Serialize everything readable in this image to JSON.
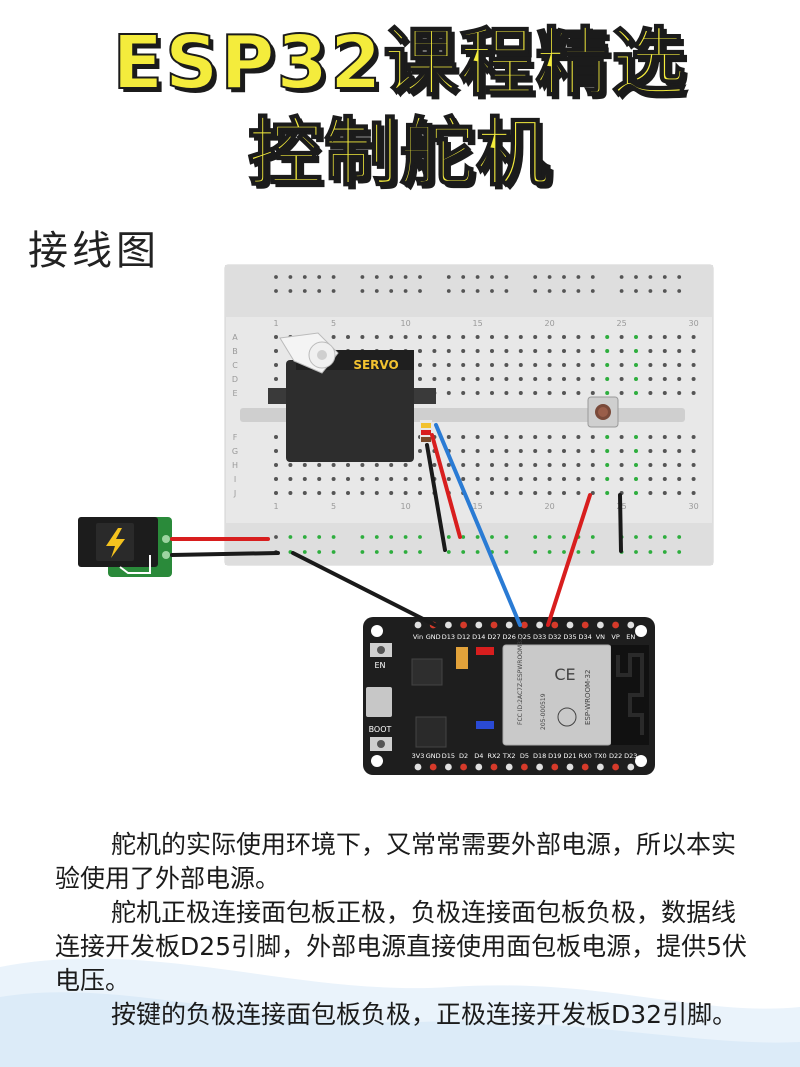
{
  "title_line1": "ESP32课程精选",
  "title_line2": "控制舵机",
  "section_title": "接线图",
  "breadboard": {
    "column_numbers": [
      "1",
      "5",
      "10",
      "15",
      "20",
      "25",
      "30"
    ],
    "row_letters_top": [
      "A",
      "B",
      "C",
      "D",
      "E"
    ],
    "row_letters_bottom": [
      "F",
      "G",
      "H",
      "I",
      "J"
    ]
  },
  "servo_label": "SERVO",
  "esp32": {
    "top_pins": [
      "Vin",
      "GND",
      "D13",
      "D12",
      "D14",
      "D27",
      "D26",
      "D25",
      "D33",
      "D32",
      "D35",
      "D34",
      "VN",
      "VP",
      "EN"
    ],
    "bottom_pins": [
      "3V3",
      "GND",
      "D15",
      "D2",
      "D4",
      "RX2",
      "TX2",
      "D5",
      "D18",
      "D19",
      "D21",
      "RX0",
      "TX0",
      "D22",
      "D23"
    ],
    "en_label": "EN",
    "boot_label": "BOOT",
    "module_text": [
      "ESP-WROOM-32",
      "205-000519",
      "FCC ID:2AC7Z-ESPWROOM32"
    ]
  },
  "colors": {
    "title_fill": "#f4ec3c",
    "wire_red": "#d81e1e",
    "wire_black": "#1a1a1a",
    "wire_blue": "#2a7bd4",
    "board_pcb": "#1e1e1e",
    "power_pcb": "#2a8a3a"
  },
  "description": [
    "舵机的实际使用环境下，又常常需要外部电源，所以本实验使用了外部电源。",
    "舵机正极连接面包板正极，负极连接面包板负极，数据线连接开发板D25引脚，外部电源直接使用面包板电源，提供5伏电压。",
    "按键的负极连接面包板负极，正极连接开发板D32引脚。"
  ]
}
